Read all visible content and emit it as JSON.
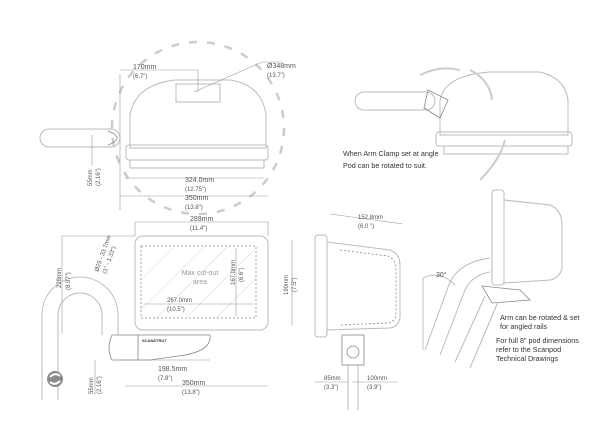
{
  "top_view": {
    "arm_offset": {
      "mm": "170mm",
      "in": "(6.7\")"
    },
    "swing_diameter": {
      "mm": "Ø348mm",
      "in": "(13.7\")"
    },
    "pod_width": {
      "mm": "324.0mm",
      "in": "(12.75\")"
    },
    "overall_width": {
      "mm": "350mm",
      "in": "(13.8\")"
    },
    "clamp_height": {
      "mm": "55mm",
      "in": "(2.16\")"
    }
  },
  "angled_view": {
    "note_line1": "When Arm Clamp set at angle",
    "note_line2": "Pod can be rotated to suit."
  },
  "front_view": {
    "screen_width": {
      "mm": "289mm",
      "in": "(11.4\")"
    },
    "cutout_label_line1": "Max cut-out",
    "cutout_label_line2": "area",
    "cutout_width": {
      "mm": "267.0mm",
      "in": "(10.5\")"
    },
    "cutout_height": {
      "mm": "167.0mm",
      "in": "(6.6\")"
    },
    "screen_height": {
      "mm": "190mm",
      "in": "(7.5\")"
    },
    "rail_height": {
      "mm": "228mm",
      "in": "(8.97\")"
    },
    "rail_diameter": {
      "mm": "Ø25 - 33.7mm",
      "in": "(1\" - 1.33\")"
    },
    "clamp_reach": {
      "mm": "198.5mm",
      "in": "(7.8\")"
    },
    "overall_width": {
      "mm": "350mm",
      "in": "(13.8\")"
    },
    "clamp_height": {
      "mm": "55mm",
      "in": "(2.16\")"
    },
    "clamp_brand": "SCANSTRUT"
  },
  "side_view": {
    "depth": {
      "mm": "152.8mm",
      "in": "(6.0 \")"
    },
    "front_offset": {
      "mm": "85mm",
      "in": "(3.3\")"
    },
    "rear_offset": {
      "mm": "100mm",
      "in": "(3.9\")"
    }
  },
  "rail_view": {
    "angle": "30°",
    "note1_line1": "Arm can be rotated & set",
    "note1_line2": "for angled rails",
    "note2_line1": "For full 8\" pod dimensions",
    "note2_line2": "refer to the Scanpod",
    "note2_line3": "Technical Drawings"
  },
  "colors": {
    "logo": "#8a8a8a",
    "line": "#bbbbbb"
  }
}
